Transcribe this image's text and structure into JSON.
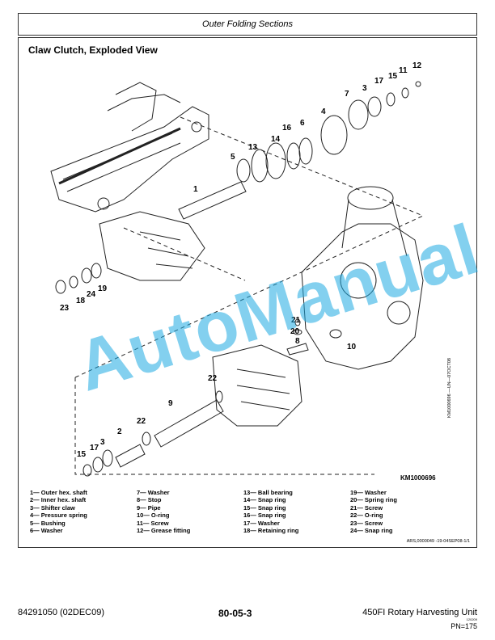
{
  "header": {
    "title": "Outer Folding Sections"
  },
  "section": {
    "title": "Claw Clutch, Exploded View"
  },
  "figure": {
    "code": "KM1000696",
    "side_code": "KM1000696 —UN—07OCT08",
    "callouts": [
      "1",
      "2",
      "3",
      "4",
      "5",
      "6",
      "7",
      "8",
      "9",
      "10",
      "11",
      "12",
      "13",
      "14",
      "15",
      "16",
      "17",
      "18",
      "19",
      "20",
      "21",
      "22",
      "23",
      "24"
    ]
  },
  "legend": [
    [
      "1— Outer hex. shaft",
      "2— Inner hex. shaft",
      "3— Shifter claw",
      "4— Pressure spring",
      "5— Bushing",
      "6— Washer"
    ],
    [
      "7— Washer",
      "8— Stop",
      "9— Pipe",
      "10— O-ring",
      "11— Screw",
      "12— Grease fitting"
    ],
    [
      "13— Ball bearing",
      "14— Snap ring",
      "15— Snap ring",
      "16— Snap ring",
      "17— Washer",
      "18— Retaining ring"
    ],
    [
      "19— Washer",
      "20— Spring ring",
      "21— Screw",
      "22— O-ring",
      "23— Screw",
      "24— Snap ring"
    ]
  ],
  "ars": "ARS,0000049 -19-04SEP08-1/1",
  "watermark": "AutoManual",
  "footer": {
    "left": "84291050 (02DEC09)",
    "center": "80-05-3",
    "right": "450FI Rotary Harvesting Unit",
    "small": "120209",
    "pn": "PN=175"
  }
}
